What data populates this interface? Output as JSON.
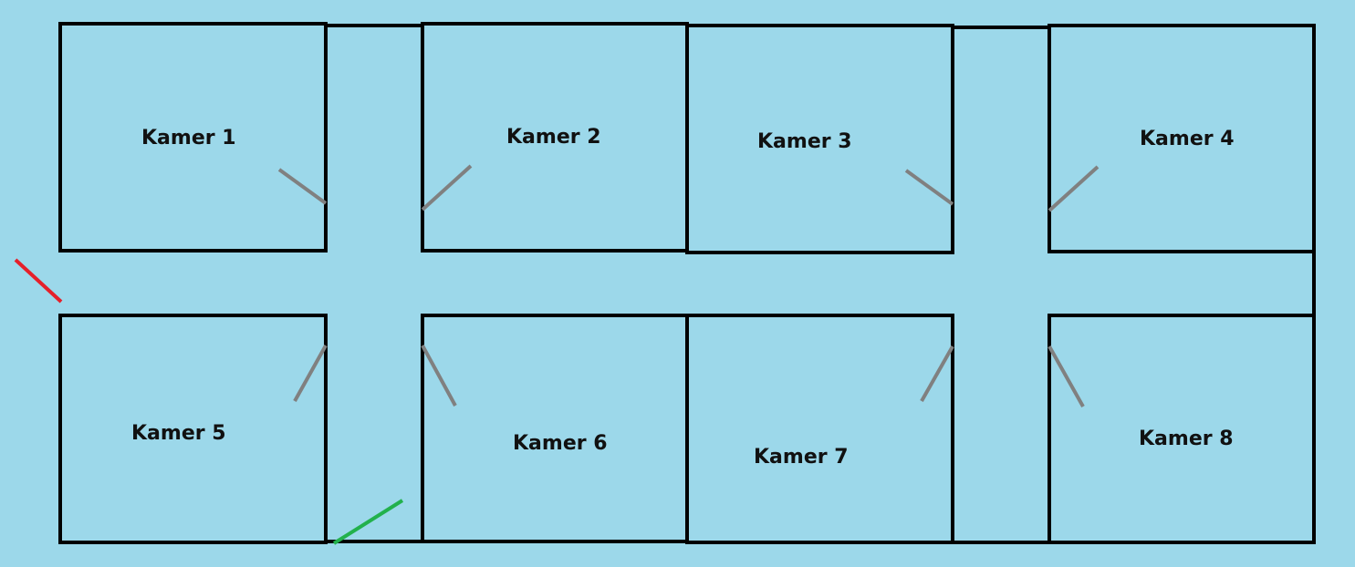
{
  "colors": {
    "background": "#9cd8ea",
    "wall": "#000000",
    "room_door": "#808080",
    "exit_door_red": "#e5202a",
    "exit_door_green": "#22b14c"
  },
  "rooms": [
    {
      "label": "Kamer 1"
    },
    {
      "label": "Kamer 2"
    },
    {
      "label": "Kamer 3"
    },
    {
      "label": "Kamer 4"
    },
    {
      "label": "Kamer 5"
    },
    {
      "label": "Kamer 6"
    },
    {
      "label": "Kamer 7"
    },
    {
      "label": "Kamer 8"
    }
  ],
  "doors": {
    "room_doors": 8,
    "exit_doors": [
      {
        "color": "red",
        "location": "left-corridor-end"
      },
      {
        "color": "green",
        "location": "bottom-corridor-end"
      }
    ]
  }
}
